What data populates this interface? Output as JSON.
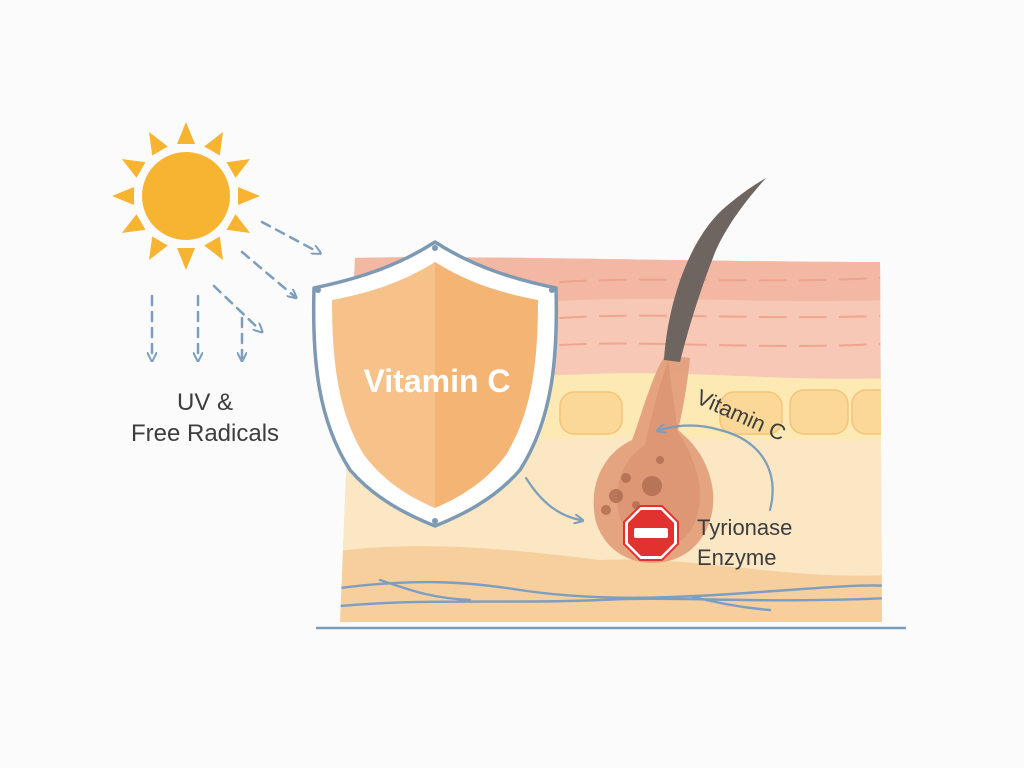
{
  "labels": {
    "uv_line1": "UV &",
    "uv_line2": "Free Radicals",
    "shield": "Vitamin C",
    "curved": "Vitamin C",
    "enzyme_line1": "Tyrionase",
    "enzyme_line2": "Enzyme"
  },
  "icons": {
    "sun": "sun-icon",
    "shield": "shield-icon",
    "stop": "no-entry-icon",
    "hair": "hair-follicle"
  },
  "colors": {
    "sun": "#f7b430",
    "ray_arrows": "#7c9dbb",
    "shield_fill": "#f6bb7d",
    "shield_border": "#7e9ab3",
    "epidermis": "#f6c8b5",
    "dermis": "#fbe7c4",
    "hypodermis": "#f7cf9c",
    "follicle": "#e4a07c",
    "hair": "#6e6460",
    "stop_red": "#e2322f"
  }
}
